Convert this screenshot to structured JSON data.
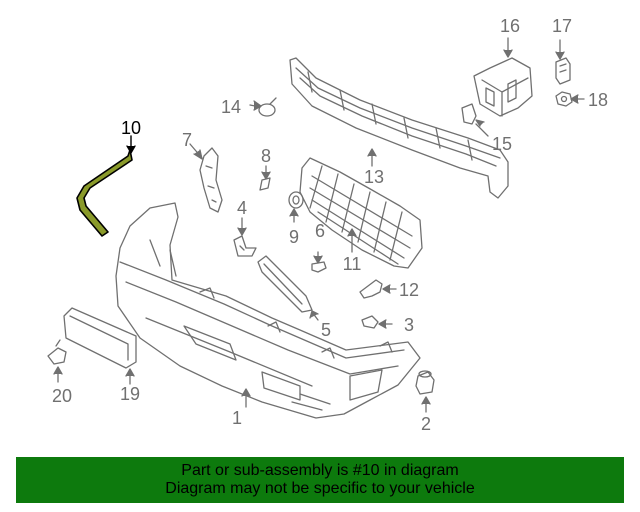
{
  "callouts": {
    "c1": "1",
    "c2": "2",
    "c3": "3",
    "c4": "4",
    "c5": "5",
    "c6": "6",
    "c7": "7",
    "c8": "8",
    "c9": "9",
    "c10": "10",
    "c11": "11",
    "c12": "12",
    "c13": "13",
    "c14": "14",
    "c15": "15",
    "c16": "16",
    "c17": "17",
    "c18": "18",
    "c19": "19",
    "c20": "20"
  },
  "highlighted_part": "10",
  "banner": {
    "line1": "Part or sub-assembly is #10 in diagram",
    "line2": "Diagram may not be specific to your vehicle"
  },
  "colors": {
    "banner_bg": "#0d7a0d",
    "line_art": "#707070",
    "highlight": "#000000",
    "highlight_fill": "#8a9a2a"
  }
}
